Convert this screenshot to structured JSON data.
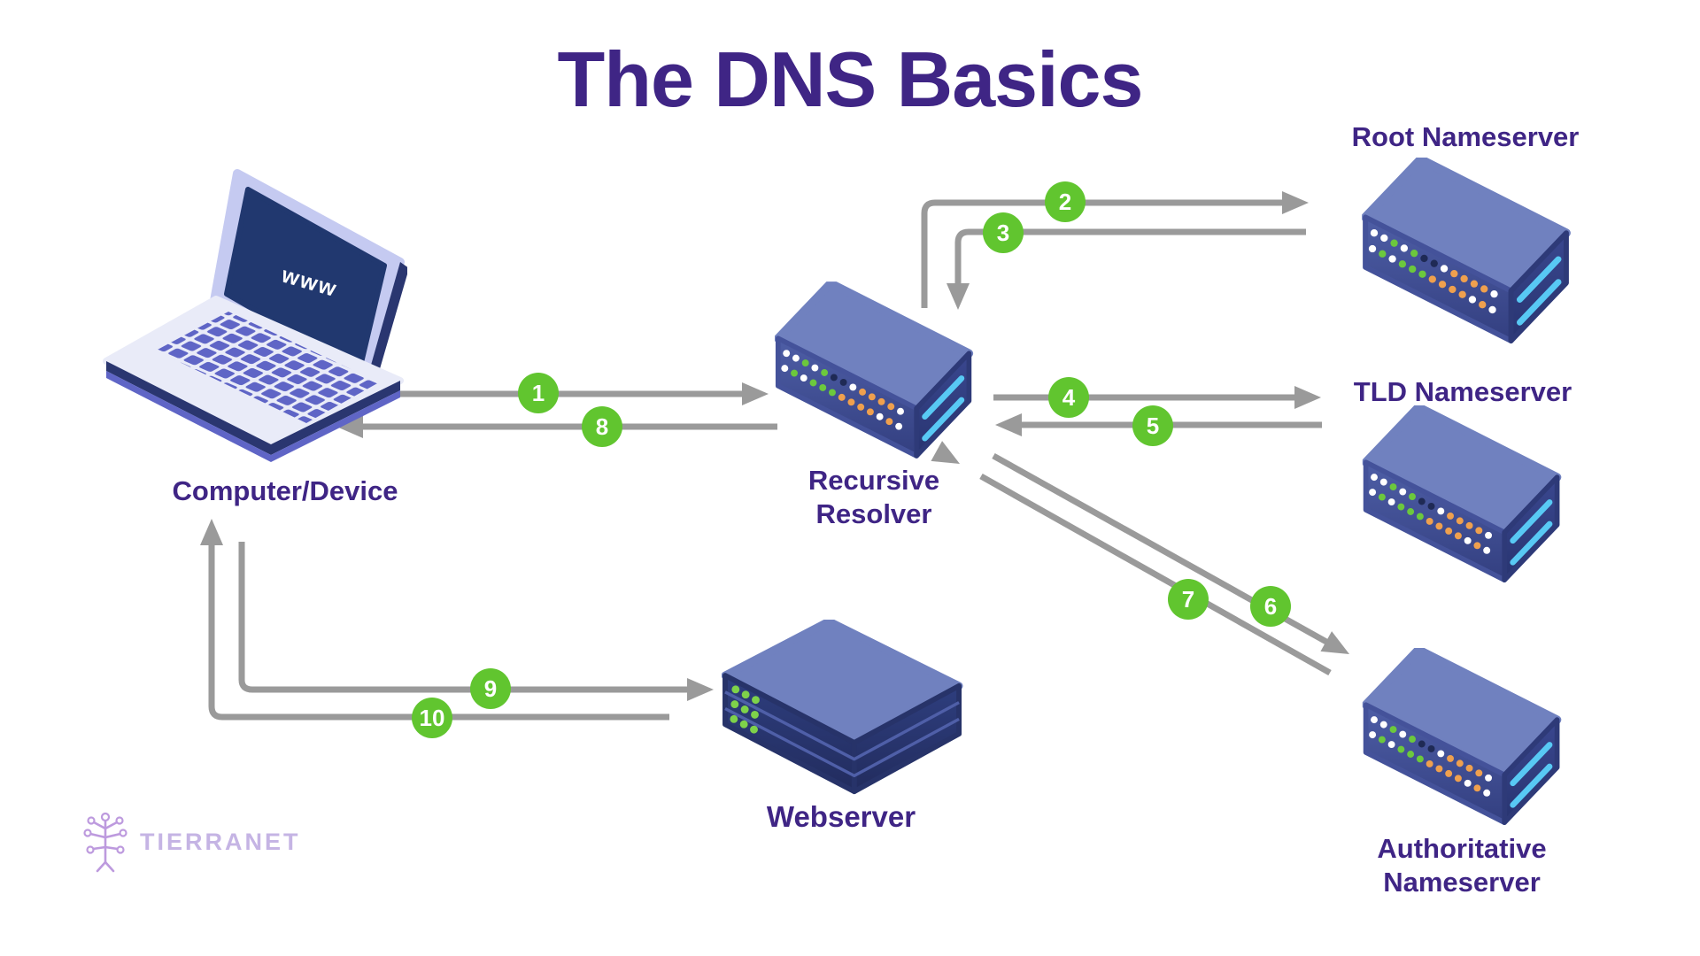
{
  "title": "The DNS Basics",
  "branding": {
    "logo_text": "TIERRANET"
  },
  "nodes": {
    "computer": {
      "label": "Computer/Device",
      "screen_text": "www"
    },
    "resolver": {
      "label": "Recursive\nResolver"
    },
    "root": {
      "label": "Root Nameserver"
    },
    "tld": {
      "label": "TLD Nameserver"
    },
    "authoritative": {
      "label": "Authoritative\nNameserver"
    },
    "webserver": {
      "label": "Webserver"
    }
  },
  "steps": [
    {
      "label": "1"
    },
    {
      "label": "2"
    },
    {
      "label": "3"
    },
    {
      "label": "4"
    },
    {
      "label": "5"
    },
    {
      "label": "6"
    },
    {
      "label": "7"
    },
    {
      "label": "8"
    },
    {
      "label": "9"
    },
    {
      "label": "10"
    }
  ],
  "colors": {
    "title_purple": "#3f2585",
    "label_purple": "#3f2585",
    "badge_green": "#61c52f",
    "arrow_gray": "#9a9a9a",
    "server_top": "#7081bf",
    "server_left": "#4e5ea6",
    "server_right": "#3a478f",
    "server_dark": "#2b3874",
    "slit_cyan": "#58c9f4",
    "led_white": "#ffffff",
    "led_orange": "#efa04e",
    "led_green": "#6cc83d",
    "led_navy": "#1f2a55",
    "laptop_screen": "#21386f",
    "laptop_bezel": "#c5caf1",
    "laptop_body": "#e9ebf8",
    "laptop_keys": "#5f65c6",
    "laptop_base": "#2a3670",
    "logo_lavender": "#c5b4e4",
    "logo_icon": "#bd9ade"
  }
}
